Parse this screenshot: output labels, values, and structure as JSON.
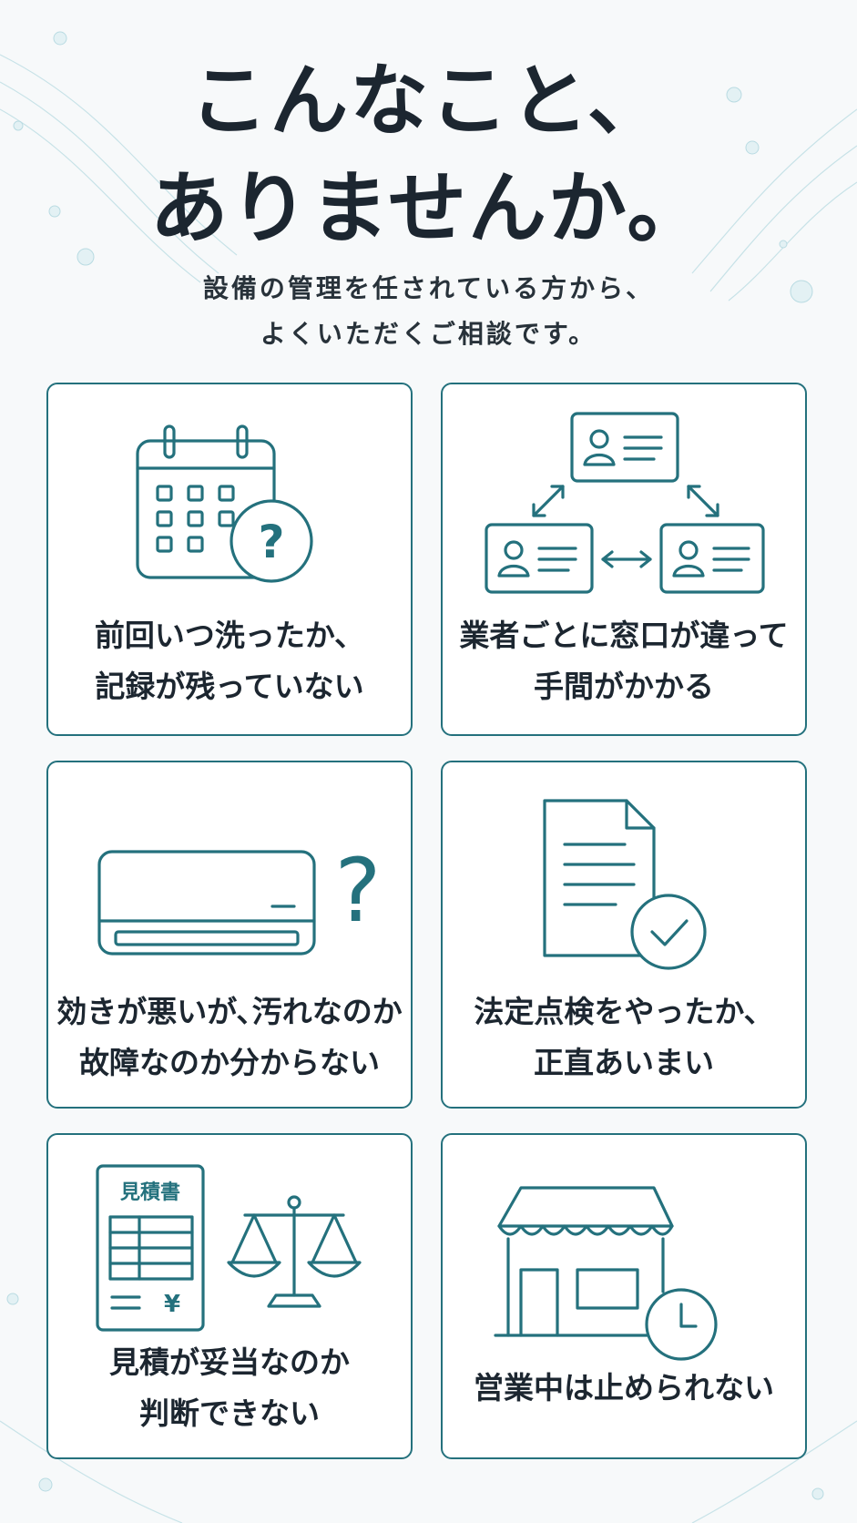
{
  "headline": {
    "line1": "こんなこと、",
    "line2": "ありませんか。"
  },
  "subtitle": {
    "line1": "設備の管理を任されている方から、",
    "line2": "よくいただくご相談です。"
  },
  "cards": [
    {
      "icon": "calendar-question-icon",
      "line1": "前回いつ洗ったか、",
      "line2": "記録が残っていない"
    },
    {
      "icon": "contact-cards-icon",
      "line1": "業者ごとに窓口が違って",
      "line2": "手間がかかる"
    },
    {
      "icon": "air-conditioner-question-icon",
      "line1": "効きが悪いが､汚れなのか",
      "line2": "故障なのか分からない"
    },
    {
      "icon": "document-check-icon",
      "line1": "法定点検をやったか、",
      "line2": "正直あいまい"
    },
    {
      "icon": "estimate-scale-icon",
      "estimate_label": "見積書",
      "yen": "¥",
      "line1": "見積が妥当なのか",
      "line2": "判断できない"
    },
    {
      "icon": "storefront-clock-icon",
      "line1": "営業中は止められない"
    }
  ],
  "colors": {
    "accent": "#24717d",
    "text": "#1c2630",
    "background": "#f7f9fa"
  }
}
